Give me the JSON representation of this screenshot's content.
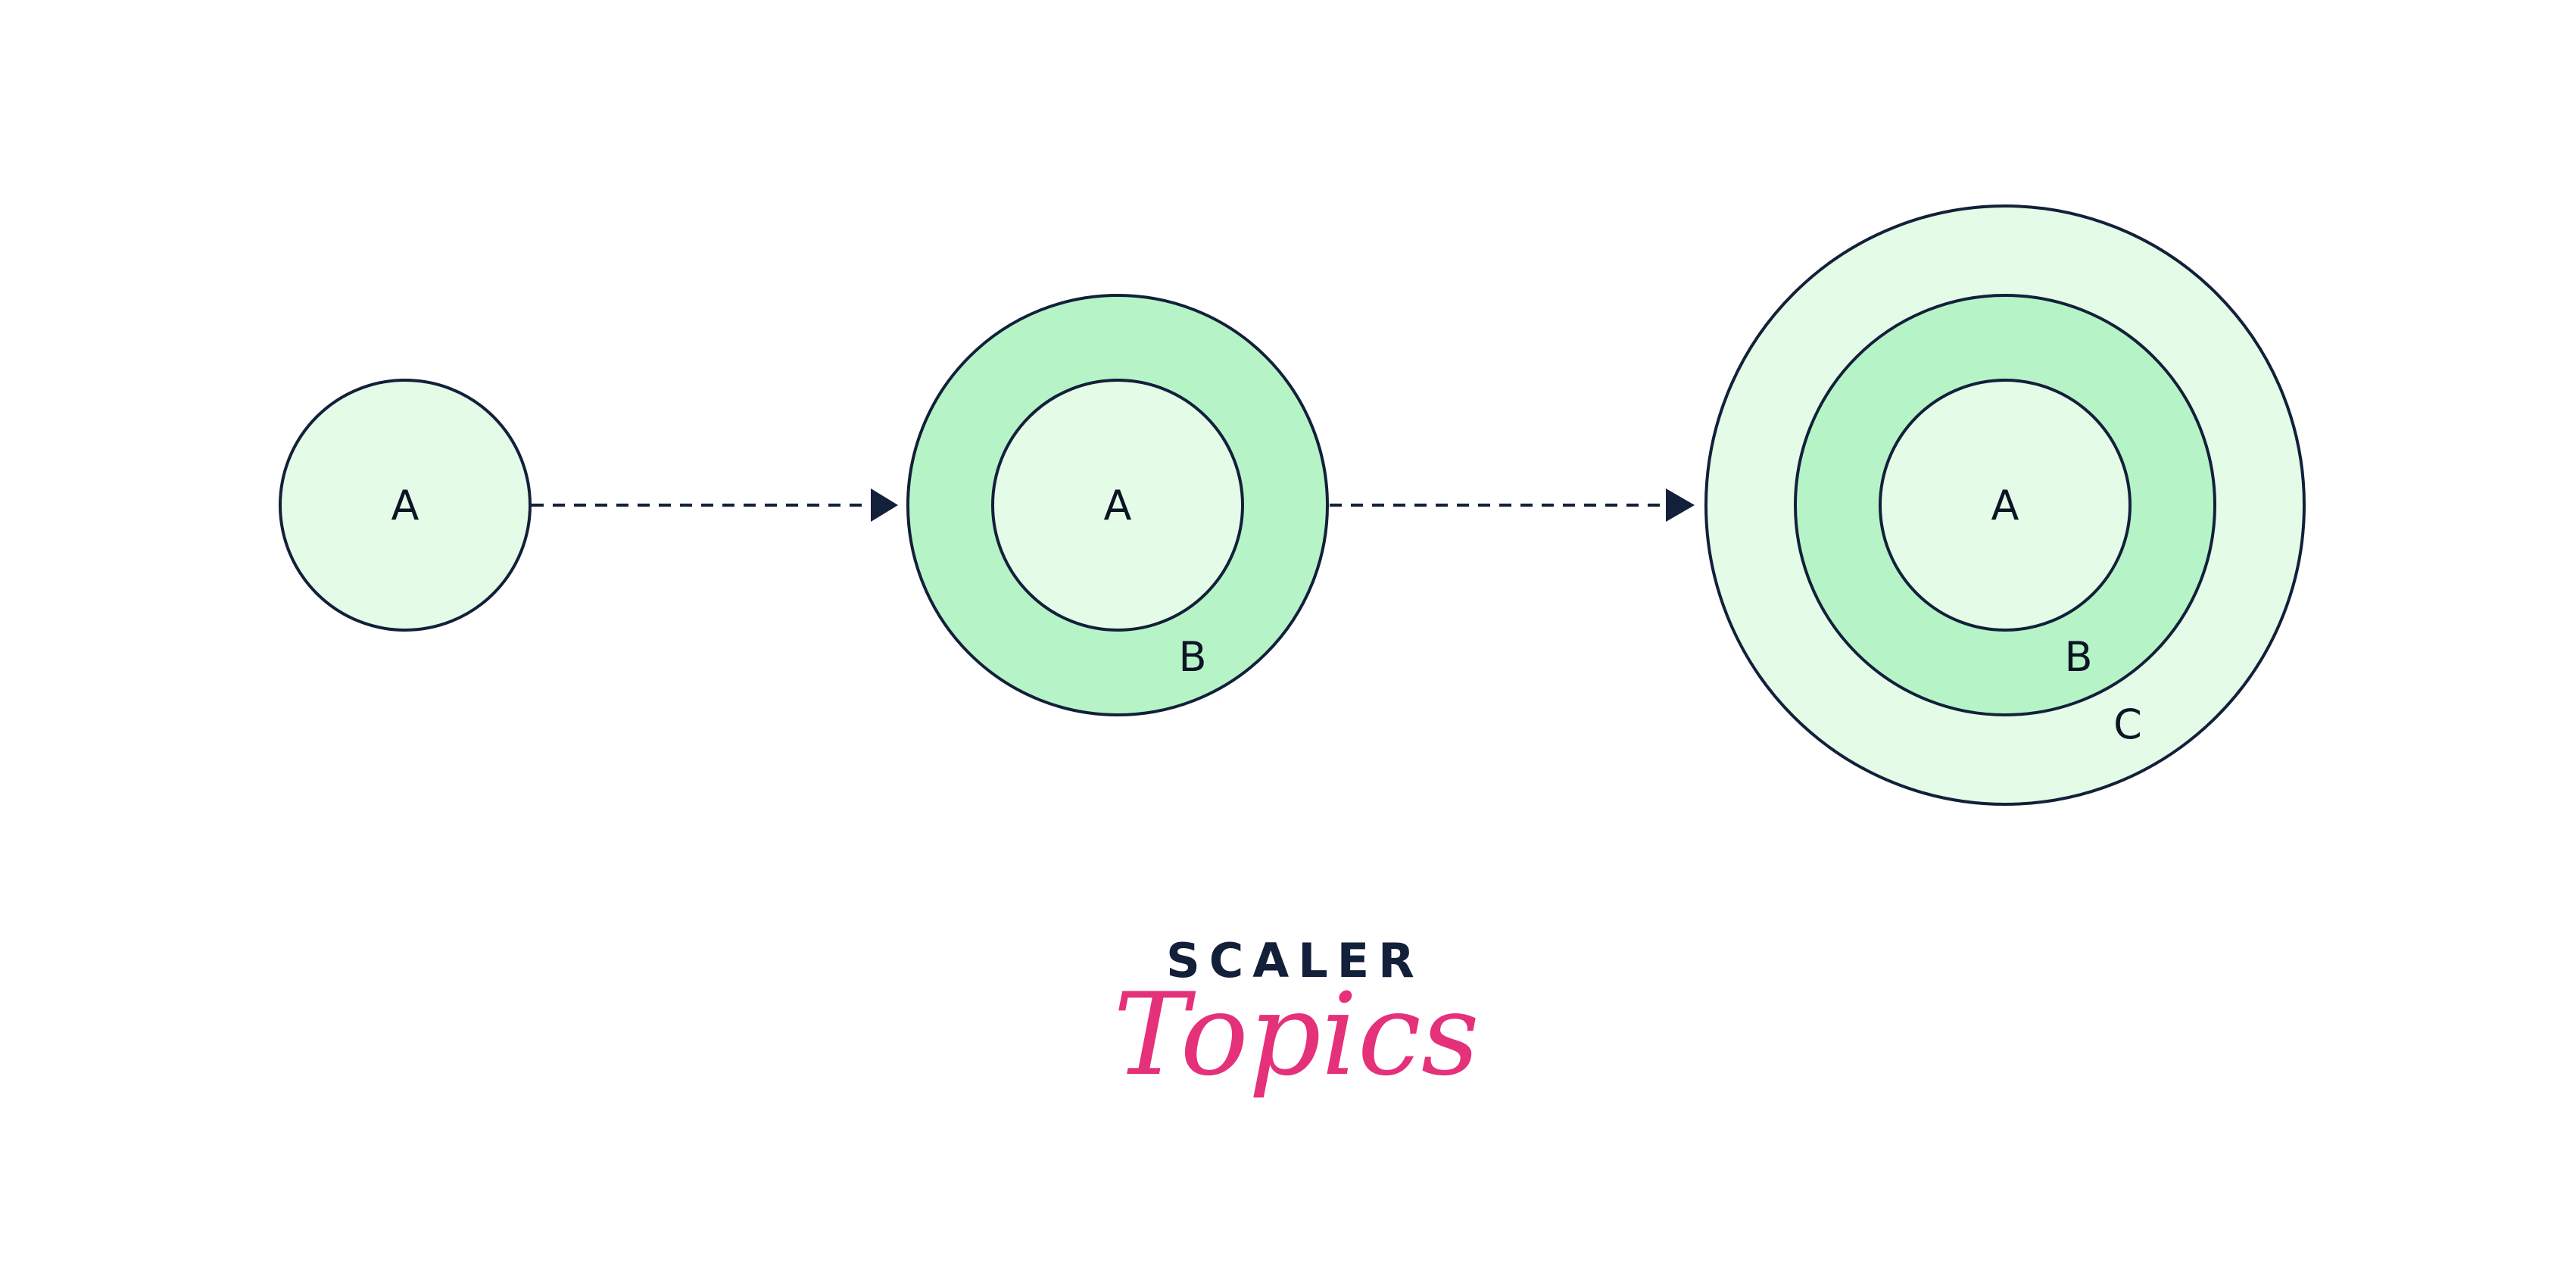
{
  "diagram": {
    "stages": [
      {
        "rings": [
          "A"
        ]
      },
      {
        "rings": [
          "A",
          "B"
        ]
      },
      {
        "rings": [
          "A",
          "B",
          "C"
        ]
      }
    ]
  },
  "logo": {
    "brand": "SCALER",
    "sub": "Topics"
  },
  "colors": {
    "inner_fill": "#e3fbe7",
    "middle_fill": "#b6f4c8",
    "outer_fill": "#e3fbe7",
    "stroke": "#13203a",
    "logo_pink": "#e4317a"
  }
}
